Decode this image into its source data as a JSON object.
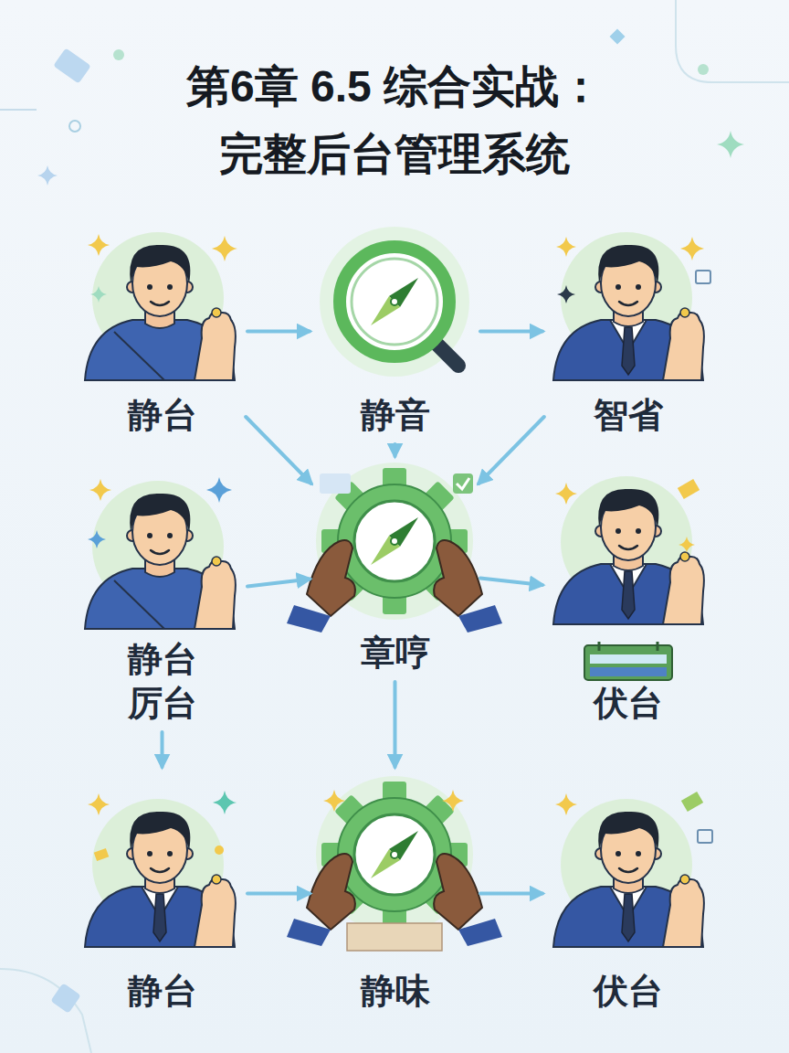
{
  "diagram": {
    "title": "第6章 6.5 综合实战： 完整后台管理系统",
    "nodes": [
      {
        "text": [
          "静台"
        ]
      },
      {
        "text": [
          "静音"
        ]
      },
      {
        "text": [
          "智省"
        ]
      },
      {
        "text": [
          "静台 厉台"
        ]
      },
      {
        "text": [
          "章哼"
        ]
      },
      {
        "text": [
          "伏台"
        ]
      },
      {
        "text": [
          "静台"
        ]
      },
      {
        "text": [
          "静味"
        ]
      },
      {
        "text": [
          "伏台"
        ]
      }
    ],
    "edges": [
      {
        "from": 0,
        "to": 1,
        "arrow": "to"
      },
      {
        "from": 1,
        "to": 2,
        "arrow": "to"
      },
      {
        "from": 0,
        "to": 4,
        "arrow": "to"
      },
      {
        "from": 1,
        "to": 4,
        "arrow": "to"
      },
      {
        "from": 2,
        "to": 4,
        "arrow": "to"
      },
      {
        "from": 3,
        "to": 4,
        "arrow": "to"
      },
      {
        "from": 4,
        "to": 5,
        "arrow": "to"
      },
      {
        "from": 3,
        "to": 6,
        "arrow": "to"
      },
      {
        "from": 4,
        "to": 7,
        "arrow": "to"
      },
      {
        "from": 6,
        "to": 7,
        "arrow": "to"
      },
      {
        "from": 7,
        "to": 8,
        "arrow": "to"
      }
    ]
  }
}
